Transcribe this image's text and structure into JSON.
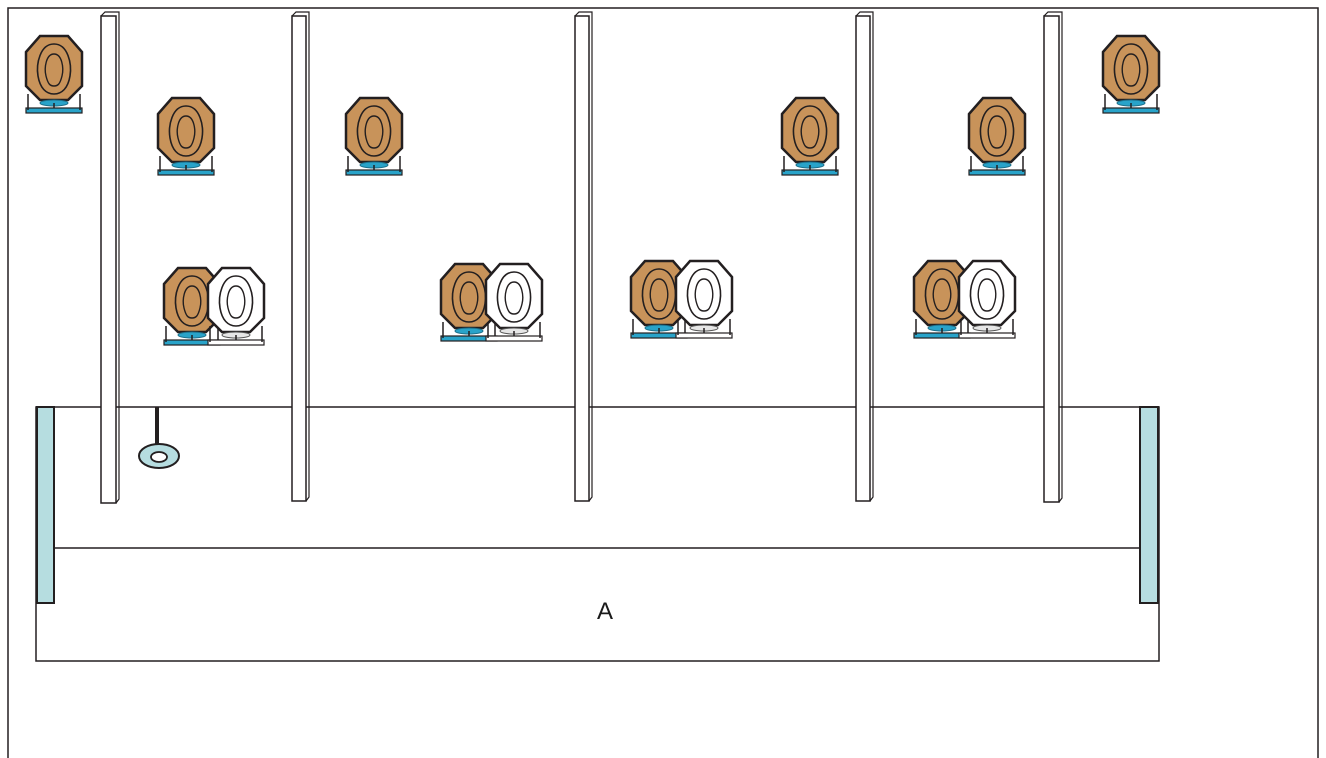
{
  "stage": {
    "title": "A",
    "colors": {
      "outline": "#231f20",
      "target_tan": "#c8935a",
      "target_white": "#ffffff",
      "stand_blue": "#29a3c9",
      "stand_dark": "#231f20",
      "fault_line_fill": "#b6dde0",
      "wall_fill": "#ffffff"
    },
    "icons": {
      "paper_target": "paper-target-icon",
      "no_shoot_target": "no-shoot-target-icon",
      "start_position": "start-position-icon",
      "wall": "wall-panel",
      "shooting_area": "shooting-area-box"
    }
  }
}
